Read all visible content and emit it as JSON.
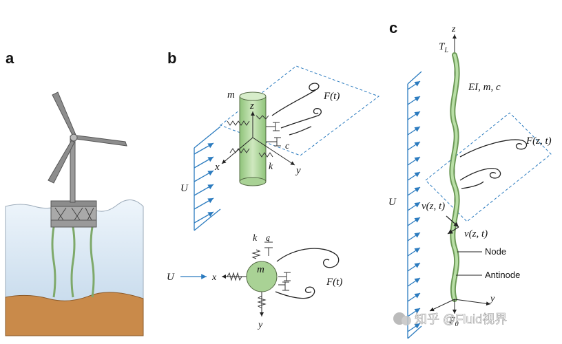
{
  "panels": {
    "a": {
      "label": "a"
    },
    "b": {
      "label": "b",
      "mass": "m",
      "z_axis": "z",
      "x_axis": "x",
      "y_axis": "y",
      "force": "F(t)",
      "damping": "c",
      "stiffness": "k",
      "flow": "U"
    },
    "b_top": {
      "flow": "U",
      "x_axis": "x",
      "y_axis": "y",
      "mass": "m",
      "stiffness": "k",
      "damping": "c",
      "force": "F(t)"
    },
    "c": {
      "label": "c",
      "z_axis": "z",
      "tension": "T_L",
      "tension_base": "T",
      "tension_sub": "L",
      "properties": "EI, m, c",
      "force": "F(z, t)",
      "flow": "U",
      "disp_v": "v(z, t)",
      "disp_u": "ν(z, t)",
      "node": "Node",
      "antinode": "Antinode",
      "bottom_force": "F",
      "bottom_force_sub": "0",
      "y_axis": "y"
    }
  },
  "watermark": "知乎 @Fluid视界",
  "colors": {
    "arrow_blue": "#2b7bbf",
    "riser_green": "#9bc98a",
    "cylinder_green": "#b8dba3",
    "water": "#dbe8f3",
    "seabed": "#c98a4a"
  }
}
